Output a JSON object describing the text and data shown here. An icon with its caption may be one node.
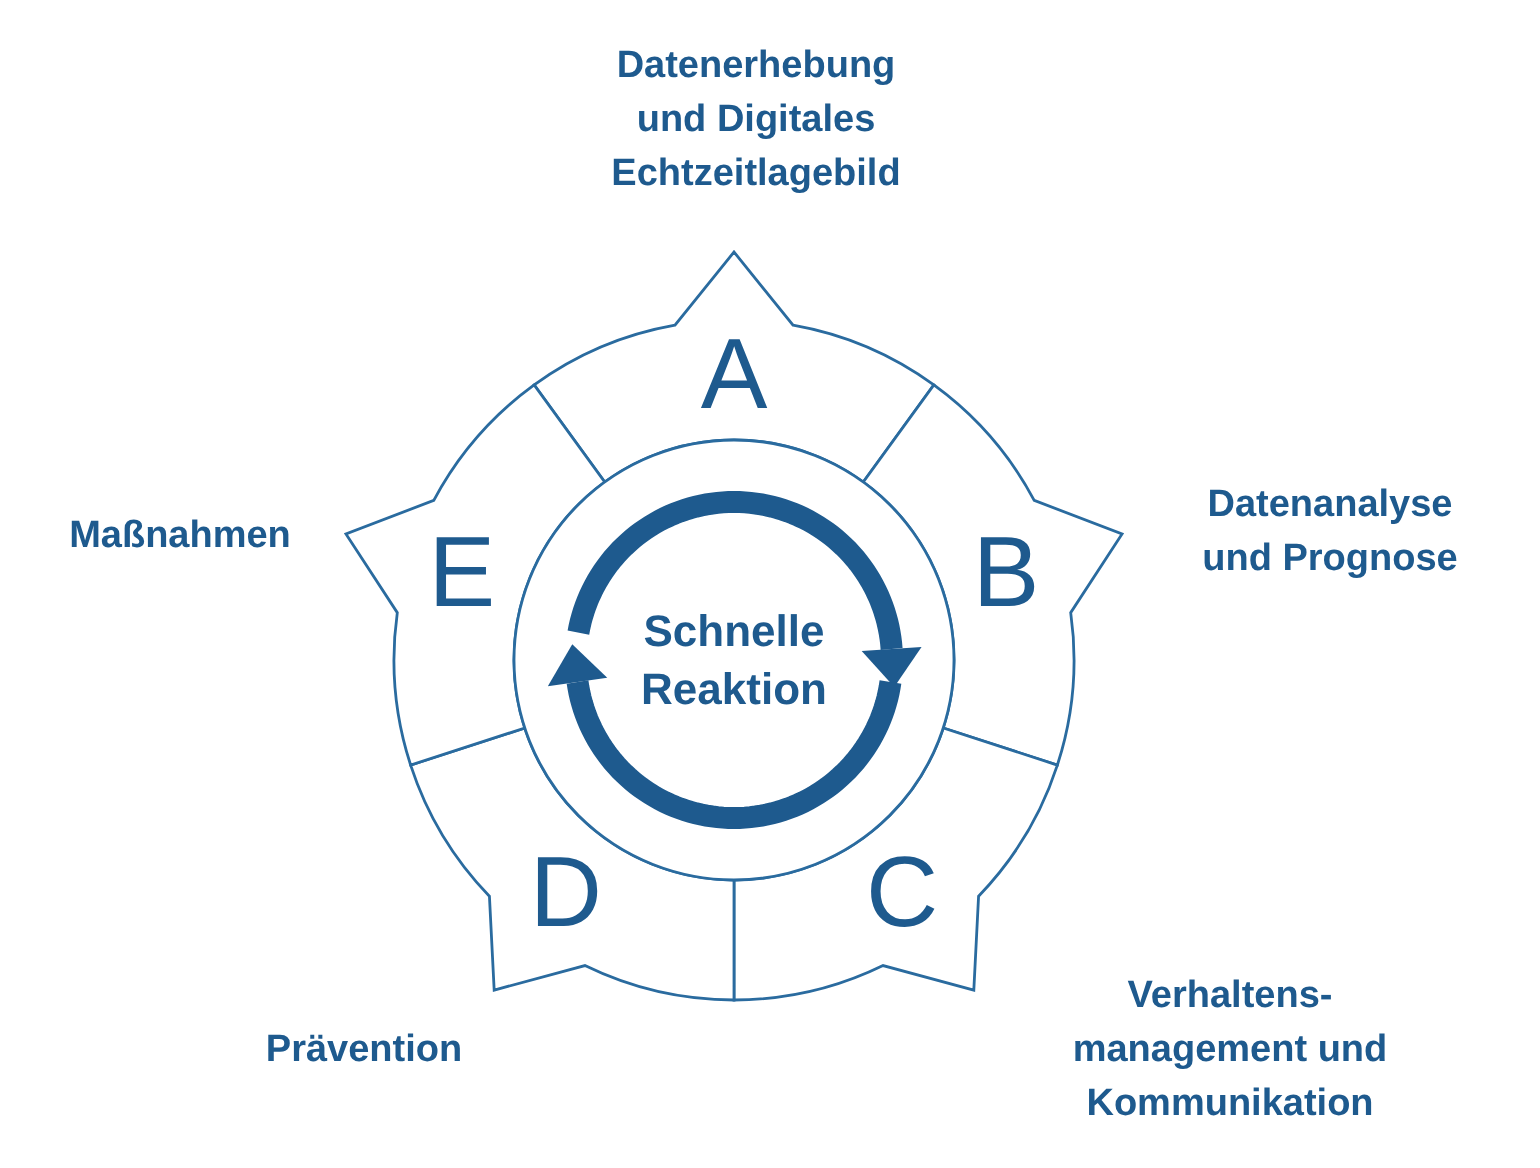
{
  "diagram": {
    "nodes": [
      {
        "text": [
          "A"
        ],
        "beside": [
          "Datenerhebung und Digitales Echtzeitlagebild"
        ]
      },
      {
        "text": [
          "B"
        ],
        "beside": [
          "Datenanalyse und Prognose"
        ]
      },
      {
        "text": [
          "C"
        ],
        "beside": [
          "Verhaltens-management und Kommunikation"
        ]
      },
      {
        "text": [
          "D"
        ],
        "beside": [
          "Prävention"
        ]
      },
      {
        "text": [
          "E"
        ],
        "beside": [
          "Maßnahmen"
        ]
      },
      {
        "text": [
          "Schnelle Reaktion"
        ]
      }
    ]
  }
}
